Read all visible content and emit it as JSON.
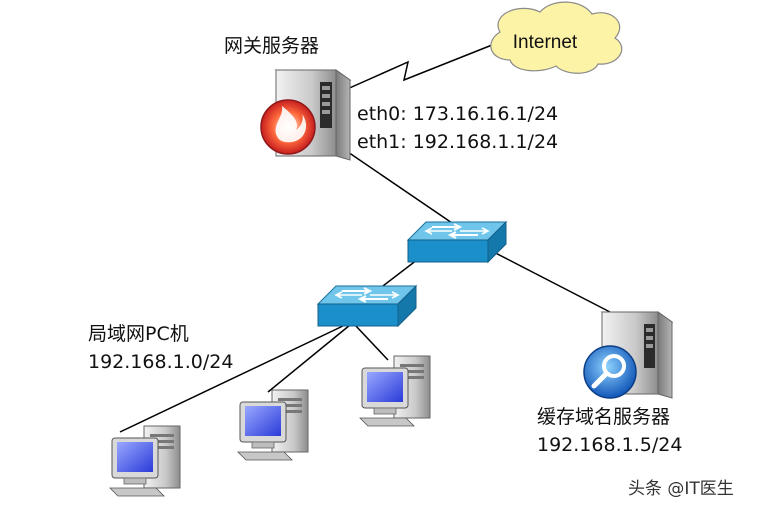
{
  "gateway": {
    "title": "网关服务器",
    "eth0": "eth0: 173.16.16.1/24",
    "eth1": "eth1: 192.168.1.1/24"
  },
  "internet": {
    "label": "Internet"
  },
  "lan": {
    "title": "局域网PC机",
    "subnet": "192.168.1.0/24"
  },
  "cache_dns": {
    "title": "缓存域名服务器",
    "ip": "192.168.1.5/24"
  },
  "watermark": "头条 @IT医生",
  "colors": {
    "cloud_fill": "#fdf3a6",
    "cloud_stroke": "#8a8a8a",
    "switch_top": "#6fc6ea",
    "switch_side": "#1a8fc9",
    "line": "#000000"
  }
}
